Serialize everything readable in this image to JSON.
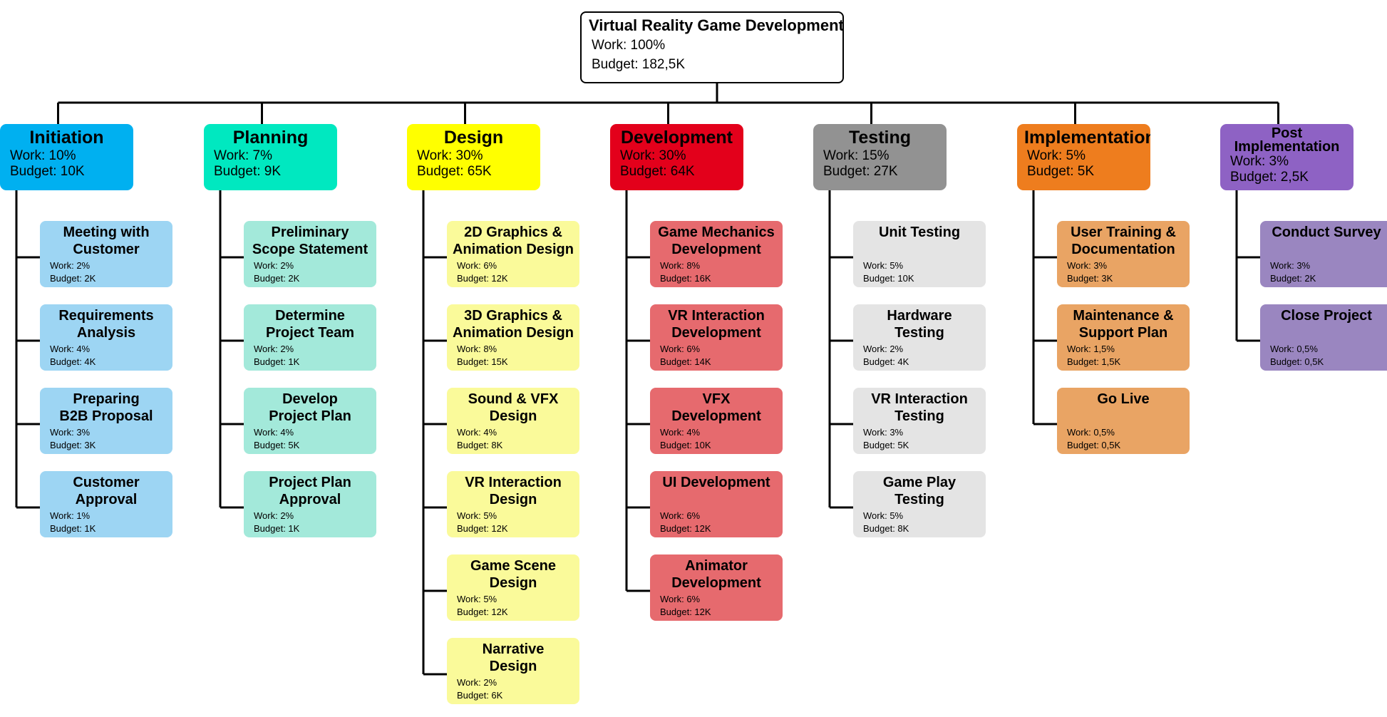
{
  "root": {
    "title": "Virtual Reality Game Development",
    "work": "Work:  100%",
    "budget": "Budget:  182,5K"
  },
  "phases": [
    {
      "title": "Initiation",
      "work": "Work:  10%",
      "budget": "Budget:  10K",
      "color": "#00B0F0",
      "task_color": "#9DD5F3",
      "tasks": [
        {
          "title": "Meeting with\nCustomer",
          "work": "Work:  2%",
          "budget": "Budget:  2K"
        },
        {
          "title": "Requirements\nAnalysis",
          "work": "Work:  4%",
          "budget": "Budget:  4K"
        },
        {
          "title": "Preparing\nB2B Proposal",
          "work": "Work:  3%",
          "budget": "Budget:  3K"
        },
        {
          "title": "Customer\nApproval",
          "work": "Work:  1%",
          "budget": "Budget:  1K"
        }
      ]
    },
    {
      "title": "Planning",
      "work": "Work:  7%",
      "budget": "Budget:  9K",
      "color": "#00E8C0",
      "task_color": "#A3E9DA",
      "tasks": [
        {
          "title": "Preliminary\nScope Statement",
          "work": "Work:  2%",
          "budget": "Budget:  2K"
        },
        {
          "title": "Determine\nProject Team",
          "work": "Work:  2%",
          "budget": "Budget:  1K"
        },
        {
          "title": "Develop\nProject Plan",
          "work": "Work:  4%",
          "budget": "Budget:  5K"
        },
        {
          "title": "Project Plan\nApproval",
          "work": "Work:  2%",
          "budget": "Budget:  1K"
        }
      ]
    },
    {
      "title": "Design",
      "work": "Work:  30%",
      "budget": "Budget:  65K",
      "color": "#FFFF00",
      "task_color": "#FAFA9A",
      "tasks": [
        {
          "title": "2D Graphics &\nAnimation Design",
          "work": "Work:  6%",
          "budget": "Budget:  12K"
        },
        {
          "title": "3D Graphics &\nAnimation Design",
          "work": "Work:  8%",
          "budget": "Budget:  15K"
        },
        {
          "title": "Sound & VFX\nDesign",
          "work": "Work:  4%",
          "budget": "Budget:  8K"
        },
        {
          "title": "VR Interaction\nDesign",
          "work": "Work:  5%",
          "budget": "Budget:  12K"
        },
        {
          "title": "Game Scene\nDesign",
          "work": "Work:  5%",
          "budget": "Budget:  12K"
        },
        {
          "title": "Narrative\nDesign",
          "work": "Work:  2%",
          "budget": "Budget:  6K"
        }
      ]
    },
    {
      "title": "Development",
      "work": "Work:  30%",
      "budget": "Budget:  64K",
      "color": "#E3001B",
      "task_color": "#E66A6E",
      "tasks": [
        {
          "title": "Game Mechanics\nDevelopment",
          "work": "Work:  8%",
          "budget": "Budget:  16K"
        },
        {
          "title": "VR Interaction\nDevelopment",
          "work": "Work:  6%",
          "budget": "Budget:  14K"
        },
        {
          "title": "VFX\nDevelopment",
          "work": "Work:  4%",
          "budget": "Budget:  10K"
        },
        {
          "title": "UI Development",
          "work": "Work:  6%",
          "budget": "Budget:  12K"
        },
        {
          "title": "Animator\nDevelopment",
          "work": "Work:  6%",
          "budget": "Budget:  12K"
        }
      ]
    },
    {
      "title": "Testing",
      "work": "Work:  15%",
      "budget": "Budget:  27K",
      "color": "#929292",
      "task_color": "#E4E4E4",
      "tasks": [
        {
          "title": "Unit Testing",
          "work": "Work:  5%",
          "budget": "Budget:  10K"
        },
        {
          "title": "Hardware\nTesting",
          "work": "Work:  2%",
          "budget": "Budget:  4K"
        },
        {
          "title": "VR Interaction\nTesting",
          "work": "Work:  3%",
          "budget": "Budget:  5K"
        },
        {
          "title": "Game Play\nTesting",
          "work": "Work:  5%",
          "budget": "Budget:  8K"
        }
      ]
    },
    {
      "title": "Implementation",
      "work": "Work:  5%",
      "budget": "Budget:  5K",
      "color": "#EE7D1E",
      "task_color": "#E9A464",
      "tasks": [
        {
          "title": "User Training &\nDocumentation",
          "work": "Work:  3%",
          "budget": "Budget:  3K"
        },
        {
          "title": "Maintenance &\nSupport Plan",
          "work": "Work:  1,5%",
          "budget": "Budget:  1,5K"
        },
        {
          "title": "Go Live",
          "work": "Work:  0,5%",
          "budget": "Budget:  0,5K"
        }
      ]
    },
    {
      "title": "Post\nImplementation",
      "work": "Work:  3%",
      "budget": "Budget:  2,5K",
      "color": "#8E62C4",
      "task_color": "#9A86C0",
      "tasks": [
        {
          "title": "Conduct Survey",
          "work": "Work:  3%",
          "budget": "Budget:  2K"
        },
        {
          "title": "Close Project",
          "work": "Work:  0,5%",
          "budget": "Budget:  0,5K"
        }
      ]
    }
  ]
}
